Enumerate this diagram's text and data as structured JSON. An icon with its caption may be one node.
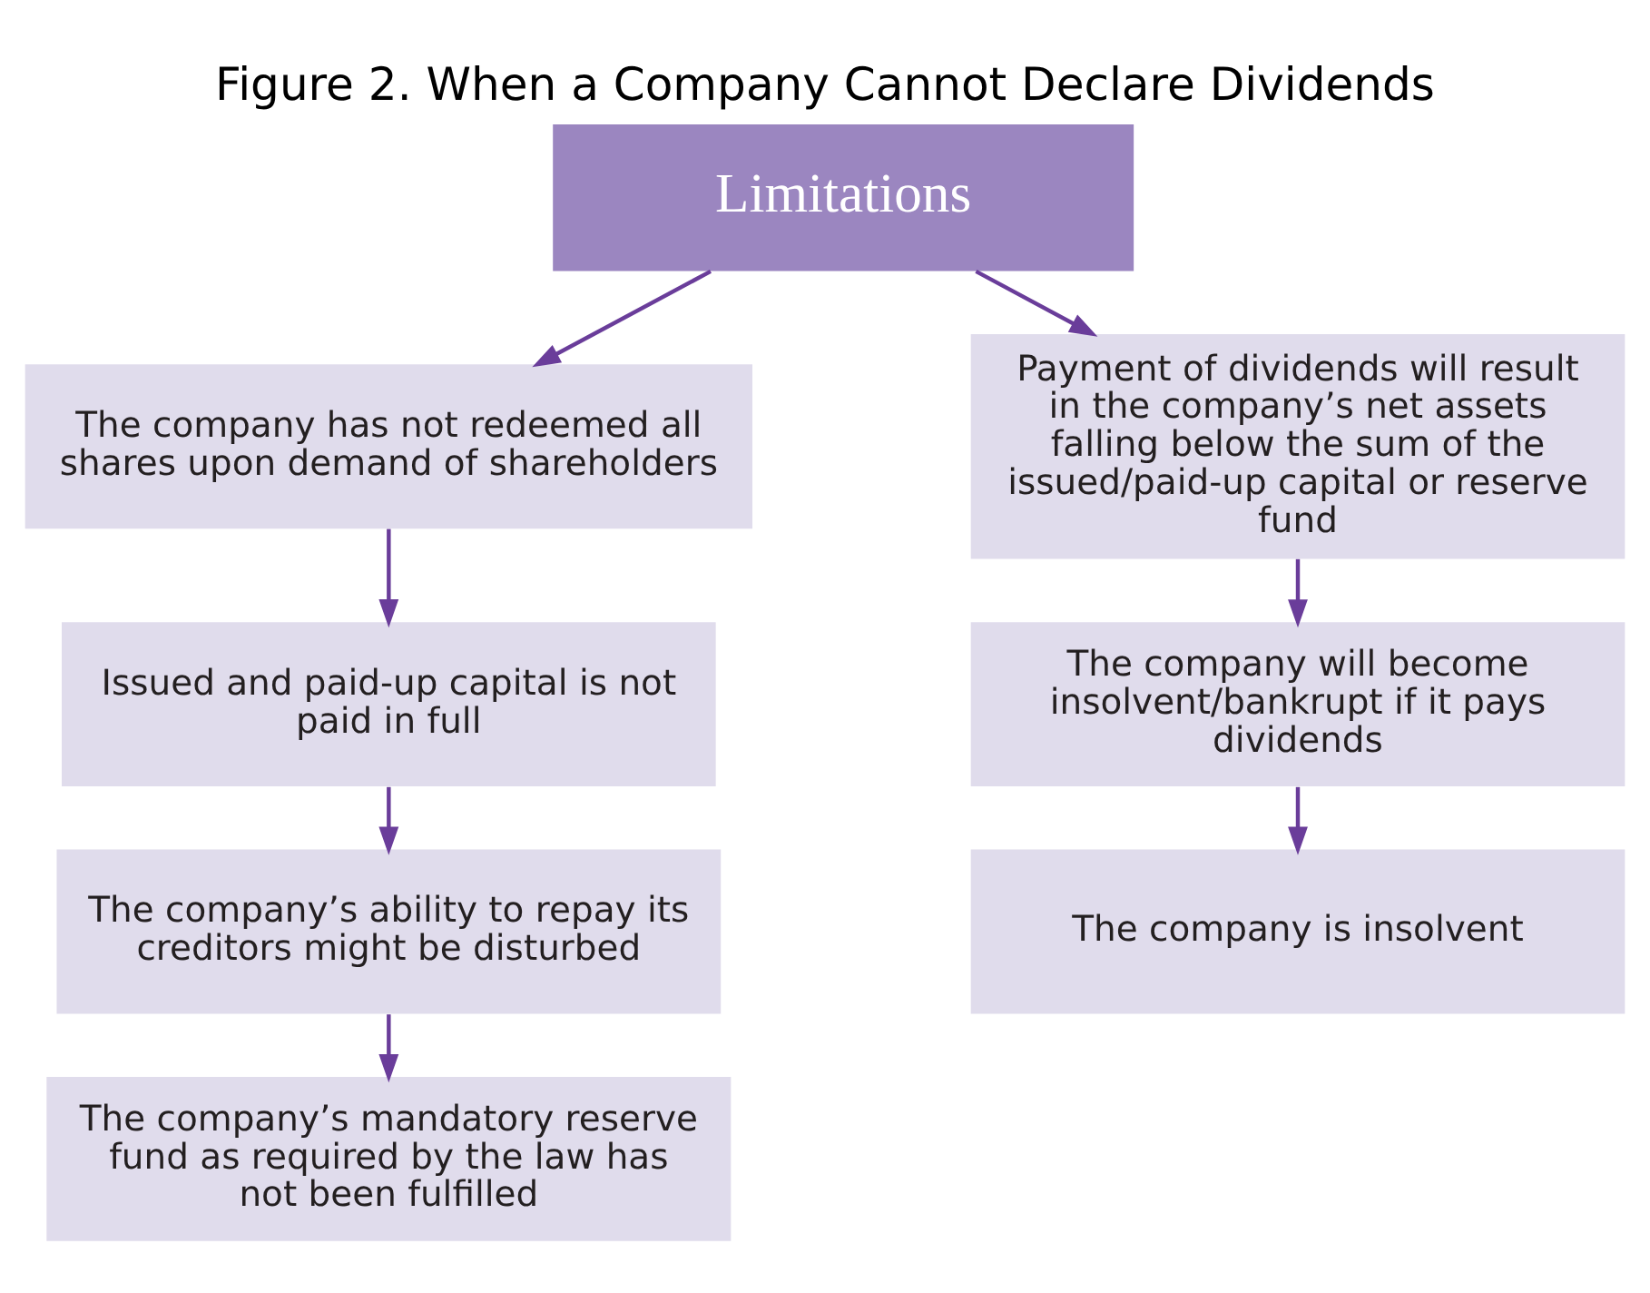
{
  "diagram": {
    "title": "Figure 2. When a Company Cannot Declare Dividends",
    "nodes": [
      {
        "text": [
          "Limitations"
        ]
      },
      {
        "text": [
          "The company has not redeemed all shares upon demand of shareholders"
        ]
      },
      {
        "text": [
          "Issued and paid-up capital is not paid in full"
        ]
      },
      {
        "text": [
          "The company’s ability to repay its creditors might be disturbed"
        ]
      },
      {
        "text": [
          "The company’s mandatory reserve fund as required by the law has not been fulfilled"
        ]
      },
      {
        "text": [
          "Payment of dividends will result in the company’s net assets falling below the sum of the issued/paid-up capital or reserve fund"
        ]
      },
      {
        "text": [
          "The company will become insolvent/bankrupt if it pays dividends"
        ]
      },
      {
        "text": [
          "The company is insolvent"
        ]
      }
    ],
    "edges": [
      {
        "from": 0,
        "to": 1,
        "arrow": "to"
      },
      {
        "from": 1,
        "to": 2,
        "arrow": "to"
      },
      {
        "from": 2,
        "to": 3,
        "arrow": "to"
      },
      {
        "from": 3,
        "to": 4,
        "arrow": "to"
      },
      {
        "from": 0,
        "to": 5,
        "arrow": "to"
      },
      {
        "from": 5,
        "to": 6,
        "arrow": "to"
      },
      {
        "from": 6,
        "to": 7,
        "arrow": "to"
      }
    ]
  }
}
